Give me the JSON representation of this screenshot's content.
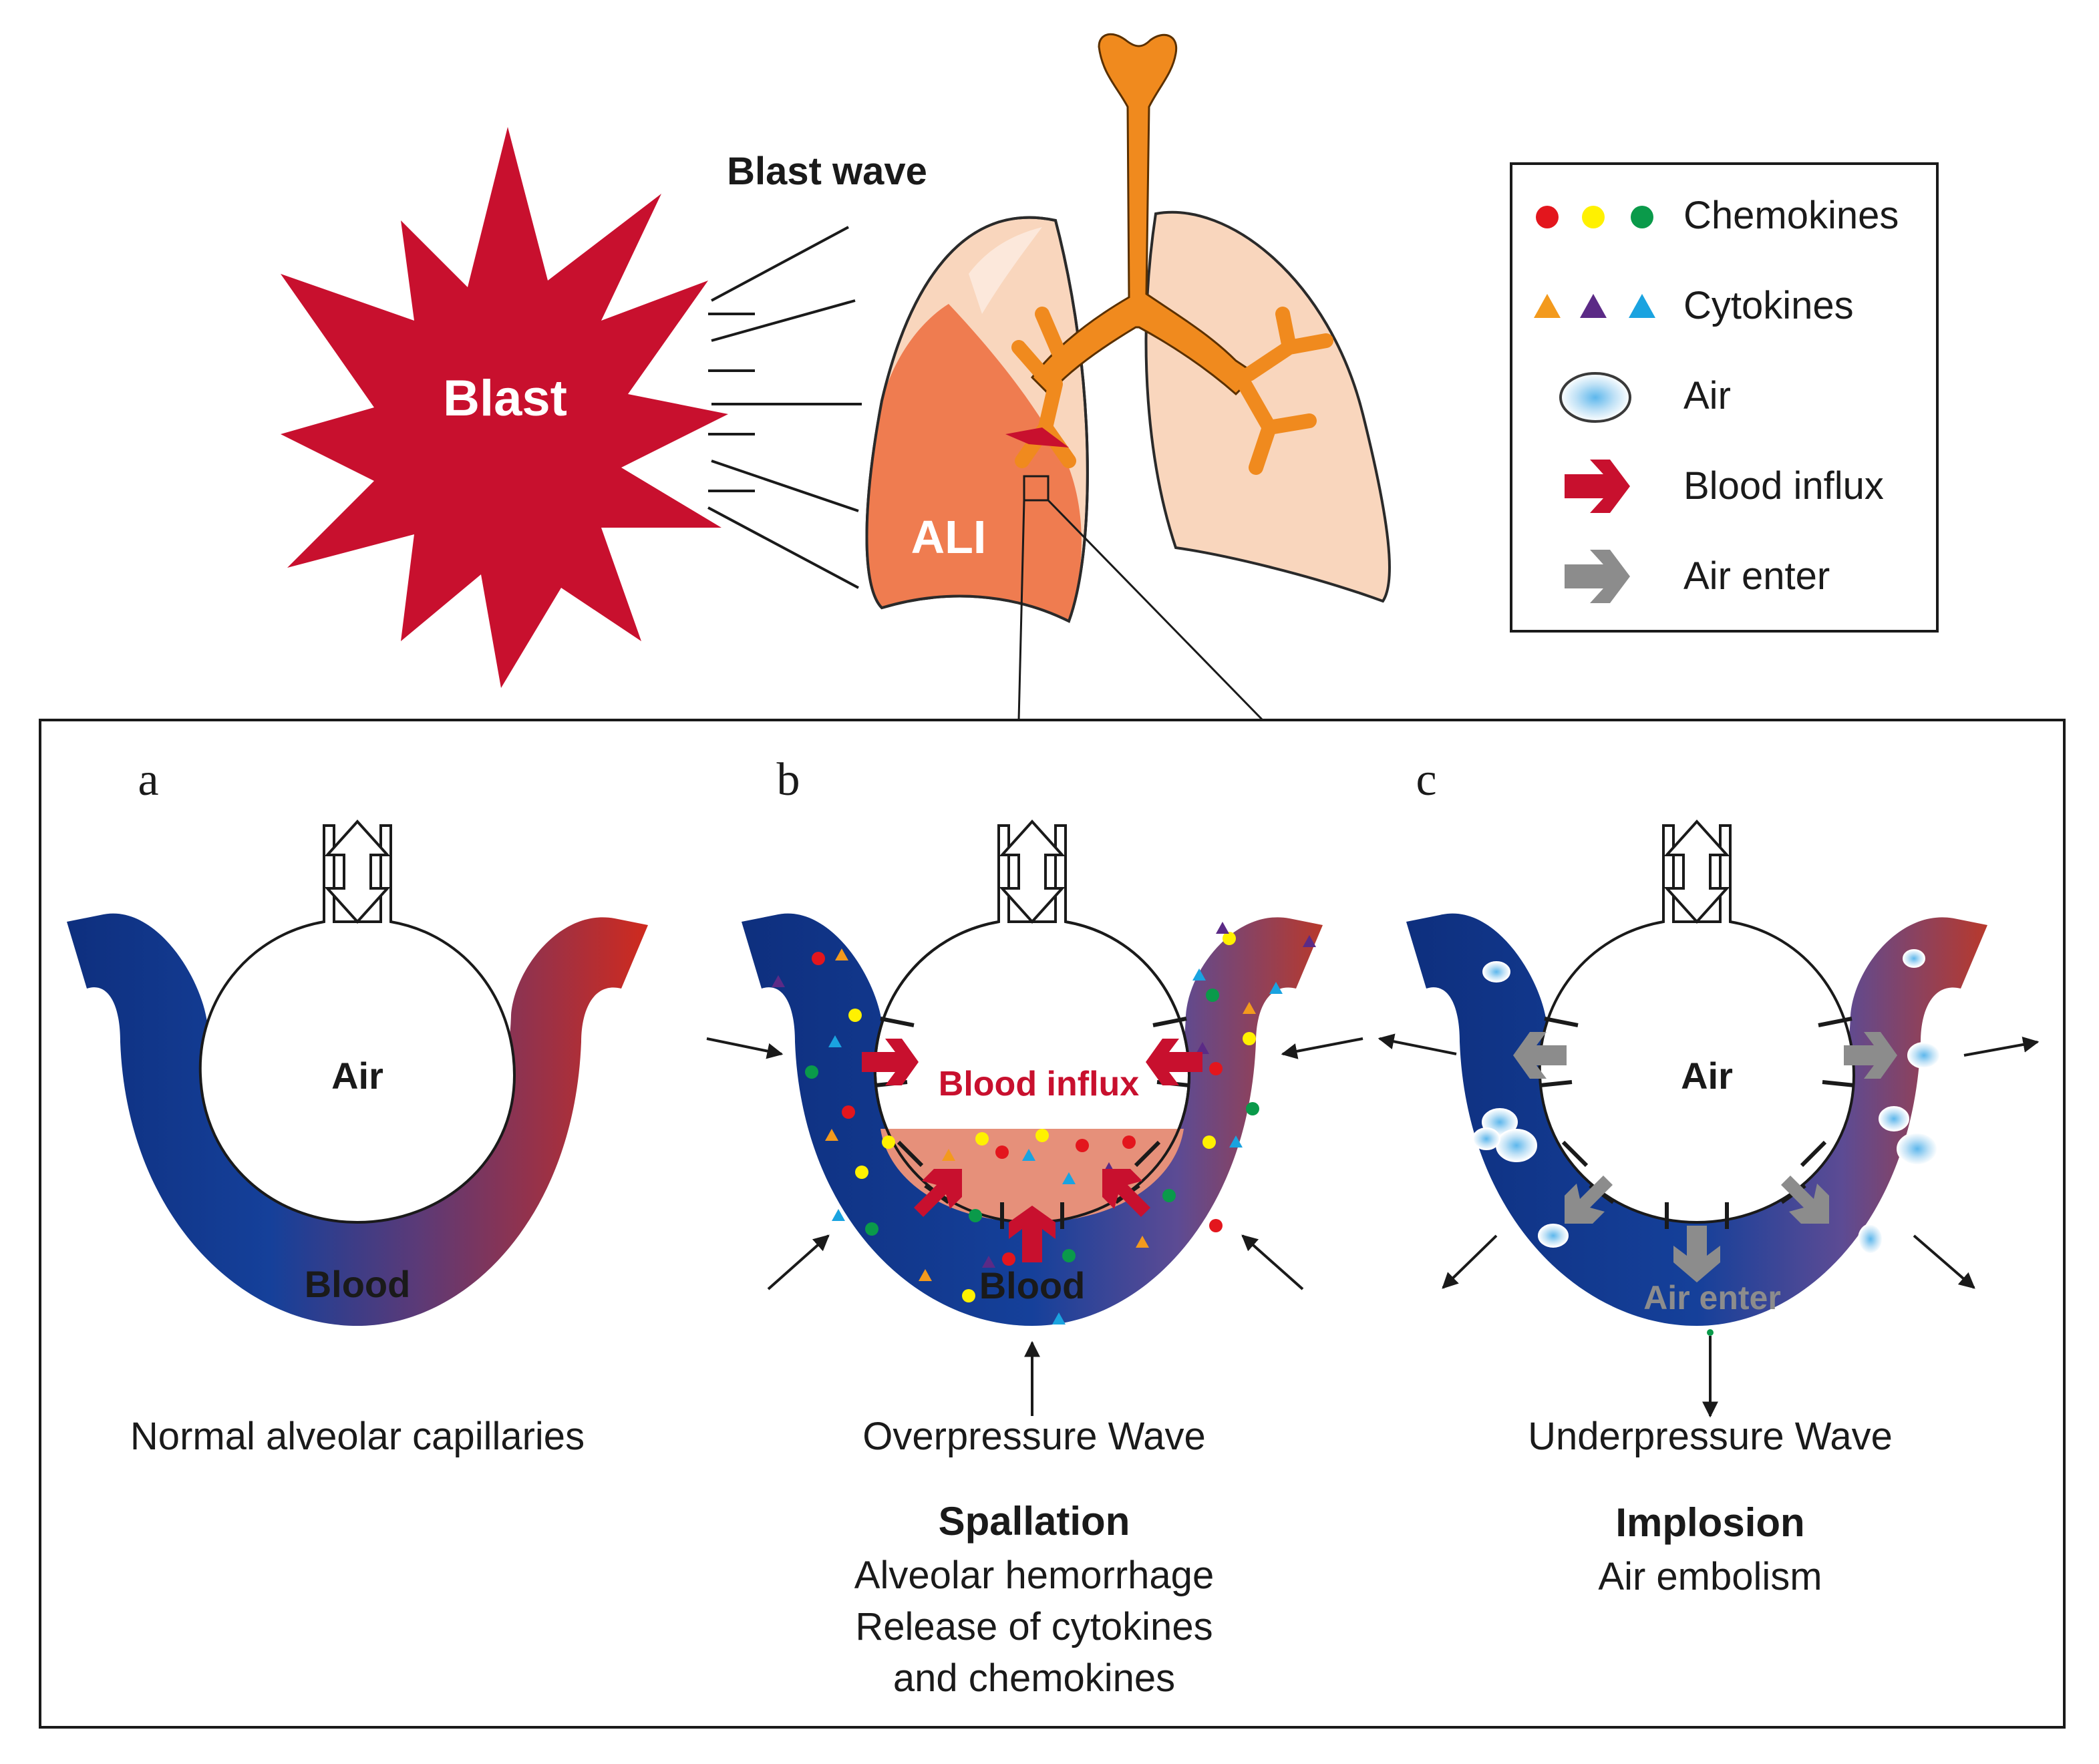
{
  "top": {
    "blast_label": "Blast",
    "blast_wave_label": "Blast wave",
    "ali_label": "ALI"
  },
  "legend": {
    "items": [
      {
        "label": "Chemokines",
        "symbol": "circles",
        "colors": [
          "#e3161d",
          "#fff100",
          "#0a9a4a"
        ]
      },
      {
        "label": "Cytokines",
        "symbol": "triangles",
        "colors": [
          "#f39a1d",
          "#5b2a86",
          "#1aa3e0"
        ]
      },
      {
        "label": "Air",
        "symbol": "air-bubble-icon"
      },
      {
        "label": "Blood influx",
        "symbol": "red-arrow-icon",
        "color": "#c8102e"
      },
      {
        "label": "Air enter",
        "symbol": "gray-arrow-icon",
        "color": "#8c8c8c"
      }
    ]
  },
  "panels": {
    "a": {
      "letter": "a",
      "air_label": "Air",
      "blood_label": "Blood",
      "caption": "Normal alveolar capillaries"
    },
    "b": {
      "letter": "b",
      "blood_influx_label": "Blood influx",
      "blood_label": "Blood",
      "caption": "Overpressure Wave",
      "title": "Spallation",
      "desc_lines": [
        "Alveolar hemorrhage",
        "Release of cytokines",
        "and chemokines"
      ]
    },
    "c": {
      "letter": "c",
      "air_label": "Air",
      "air_enter_label": "Air enter",
      "caption": "Underpressure Wave",
      "title": "Implosion",
      "desc_lines": [
        "Air embolism"
      ]
    }
  },
  "colors": {
    "blast_red": "#c8102e",
    "lung_light": "#f9d6bd",
    "lung_injured": "#ee7446",
    "trachea_orange": "#f08a1e",
    "vessel_blue": "#123d96",
    "vessel_red": "#c9261f",
    "blood_pool": "#e6907a",
    "air_gray": "#8c8c8c"
  }
}
